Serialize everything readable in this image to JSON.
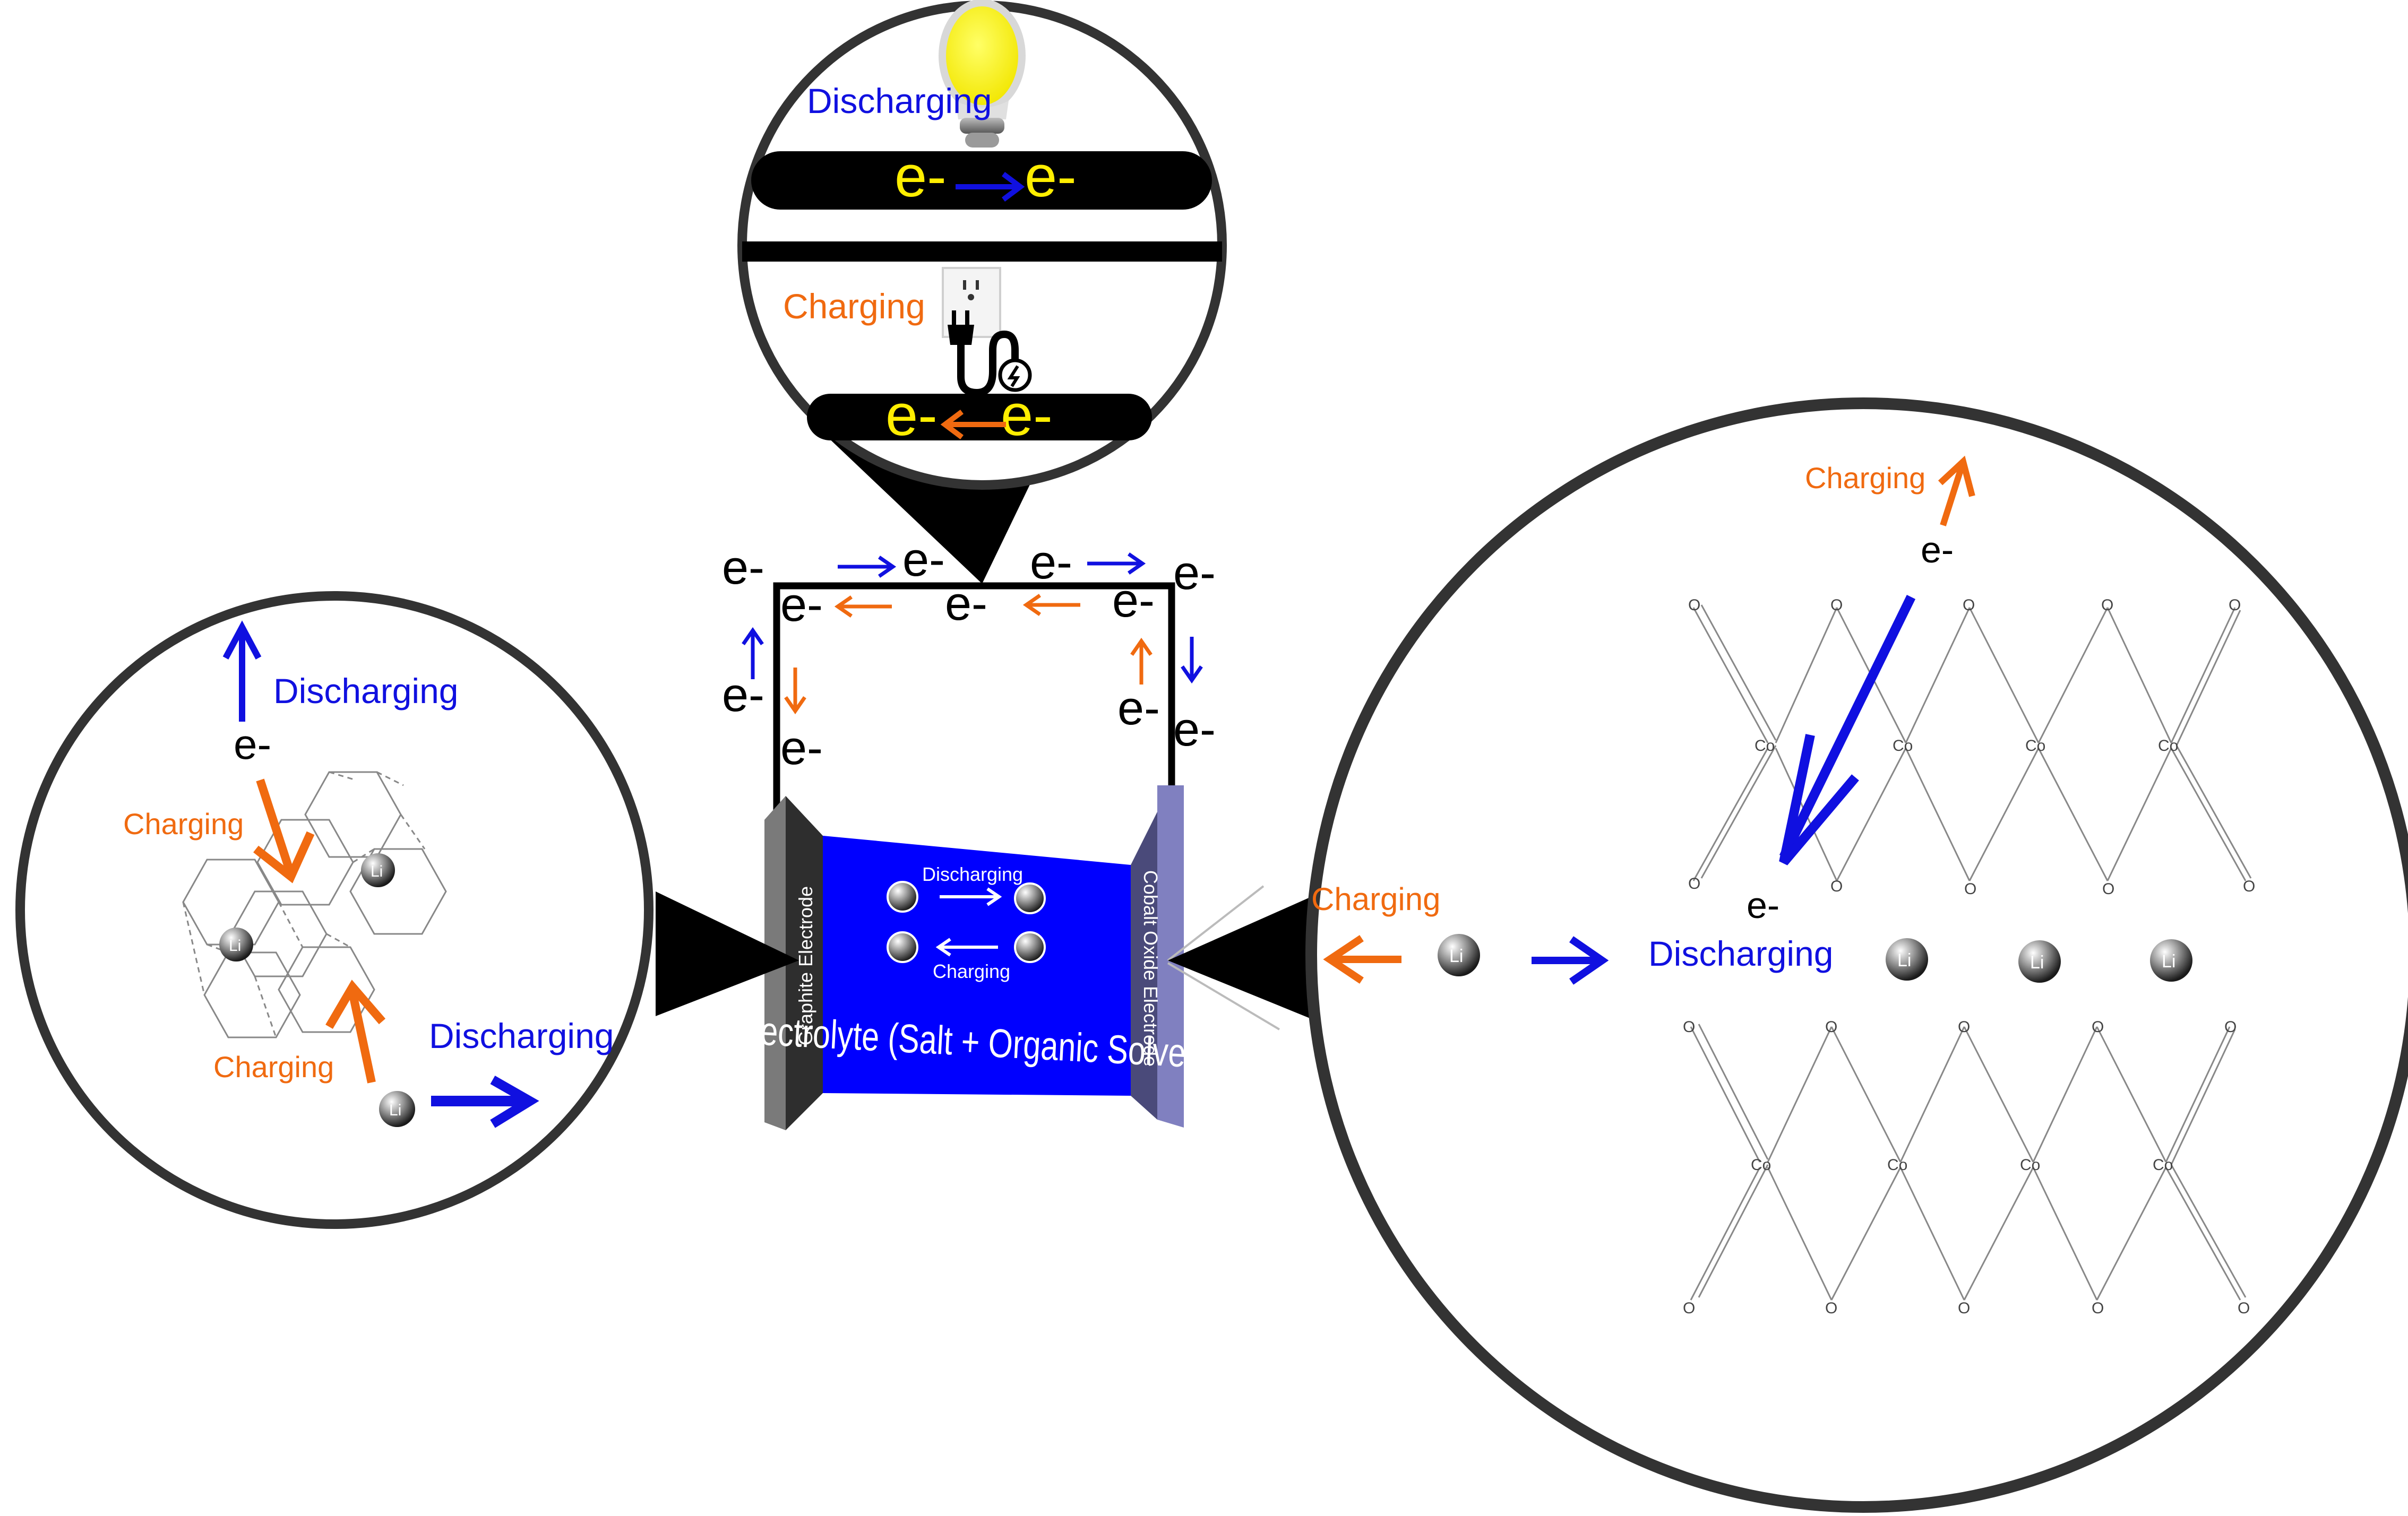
{
  "labels": {
    "discharging": "Discharging",
    "charging": "Charging",
    "electron": "e-",
    "lithium": "Li",
    "cobalt": "Co",
    "oxygen": "O",
    "graphite_electrode": "Graphite Electrode",
    "cobalt_oxide_electrode": "Cobalt Oxide Electrode",
    "electrolyte": "Electrolyte (Salt + Organic Solvent)",
    "arrow_right": "->",
    "arrow_left": "<-",
    "arrow_up": "↑",
    "arrow_down": "↓"
  },
  "colors": {
    "discharging": "#1010e0",
    "charging": "#f06a10",
    "electrolyte": "#0000ff",
    "graphite": "#2e2e2e",
    "cobalt_oxide": "#8080c0",
    "electron_top": "#ffee00",
    "bulb": "#ffff1a",
    "wire": "#000000"
  },
  "icons": {
    "light_bulb": "light-bulb-icon",
    "wall_outlet": "wall-outlet-icon",
    "power_plug": "power-plug-icon",
    "lithium_ion": "lithium-ion-sphere"
  }
}
